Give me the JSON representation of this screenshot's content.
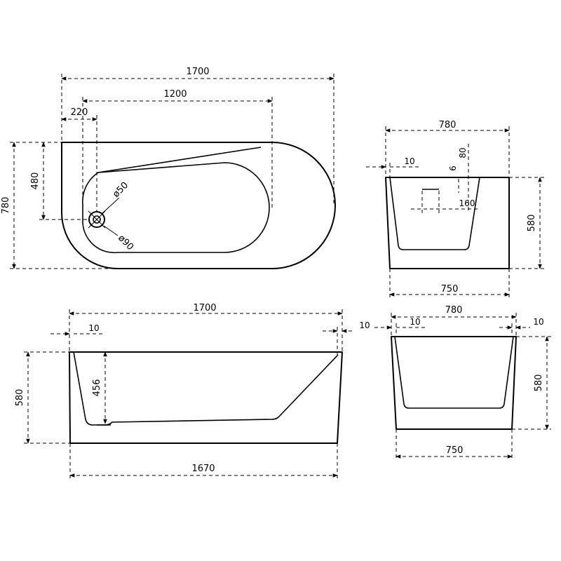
{
  "top_view": {
    "overall_length": "1700",
    "inner_length": "1200",
    "drain_offset": "220",
    "drain_height": "480",
    "overall_width": "780",
    "drain_diameter_inner": "ø50",
    "drain_diameter_outer": "ø90"
  },
  "end_view_top": {
    "top_width": "780",
    "rim_thickness": "10",
    "overflow_height": "80",
    "overflow_slot": "6",
    "overflow_width": "160",
    "height": "580",
    "base_width": "750"
  },
  "side_view": {
    "top_length": "1700",
    "rim_left": "10",
    "rim_right": "10",
    "height": "580",
    "inner_depth": "456",
    "base_length": "1670"
  },
  "end_view_bottom": {
    "top_width": "780",
    "rim_left": "10",
    "rim_right": "10",
    "height": "580",
    "base_width": "750"
  }
}
